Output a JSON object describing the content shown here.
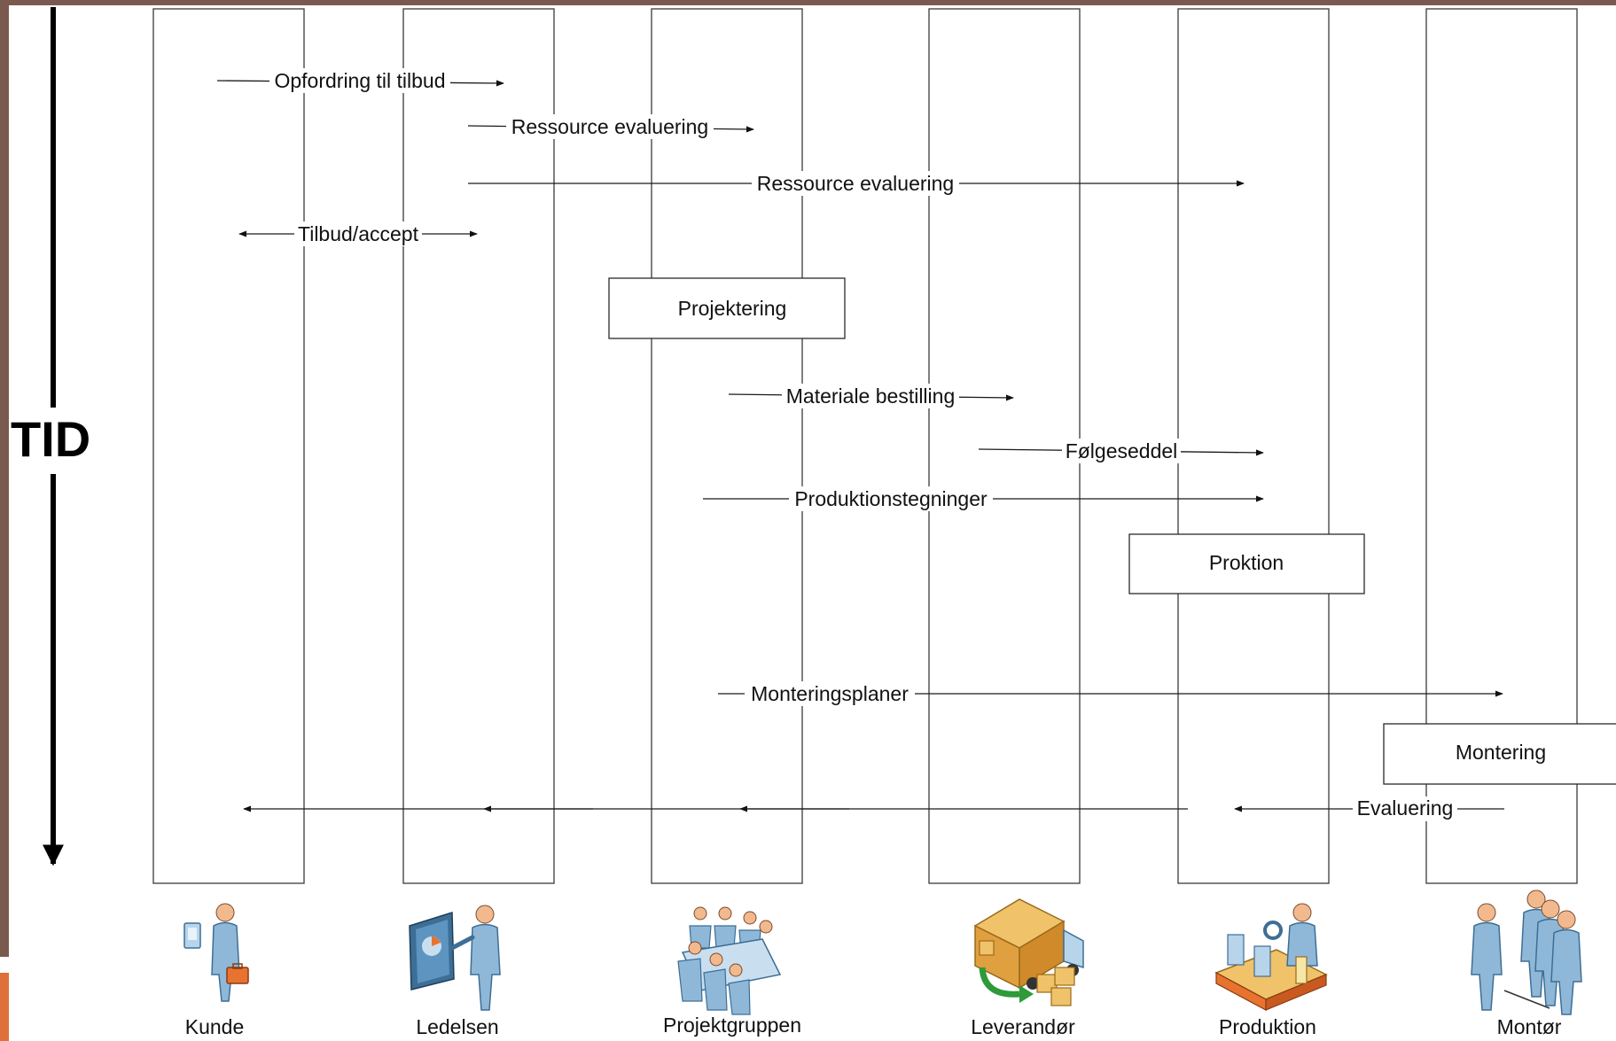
{
  "time_axis": {
    "label": "TID"
  },
  "actors": [
    {
      "id": "kunde",
      "label": "Kunde",
      "icon": "customer-icon"
    },
    {
      "id": "ledelsen",
      "label": "Ledelsen",
      "icon": "manager-presentation-icon"
    },
    {
      "id": "projektgruppen",
      "label": "Projektgruppen",
      "icon": "meeting-group-icon"
    },
    {
      "id": "leverandor",
      "label": "Leverandør",
      "icon": "delivery-truck-icon"
    },
    {
      "id": "produktion",
      "label": "Produktion",
      "icon": "production-line-icon"
    },
    {
      "id": "montor",
      "label": "Montør",
      "icon": "workers-group-icon"
    }
  ],
  "messages": [
    {
      "label": "Opfordring til tilbud",
      "from": "kunde",
      "to": "ledelsen",
      "bidirectional": false
    },
    {
      "label": "Ressource evaluering",
      "from": "ledelsen",
      "to": "projektgruppen",
      "bidirectional": false
    },
    {
      "label": "Ressource evaluering",
      "from": "ledelsen",
      "to": "produktion",
      "bidirectional": false
    },
    {
      "label": "Tilbud/accept",
      "from": "kunde",
      "to": "ledelsen",
      "bidirectional": true
    },
    {
      "label": "Materiale bestilling",
      "from": "projektgruppen",
      "to": "leverandor",
      "bidirectional": false
    },
    {
      "label": "Følgeseddel",
      "from": "leverandor",
      "to": "produktion",
      "bidirectional": false
    },
    {
      "label": "Produktionstegninger",
      "from": "projektgruppen",
      "to": "produktion",
      "bidirectional": false
    },
    {
      "label": "Monteringsplaner",
      "from": "projektgruppen",
      "to": "montor",
      "bidirectional": false
    },
    {
      "label": "Evaluering",
      "from": "montor",
      "to": "kunde",
      "bidirectional": false
    }
  ],
  "activities": [
    {
      "label": "Projektering",
      "actor": "projektgruppen"
    },
    {
      "label": "Proktion",
      "actor": "produktion"
    },
    {
      "label": "Montering",
      "actor": "montor"
    }
  ]
}
